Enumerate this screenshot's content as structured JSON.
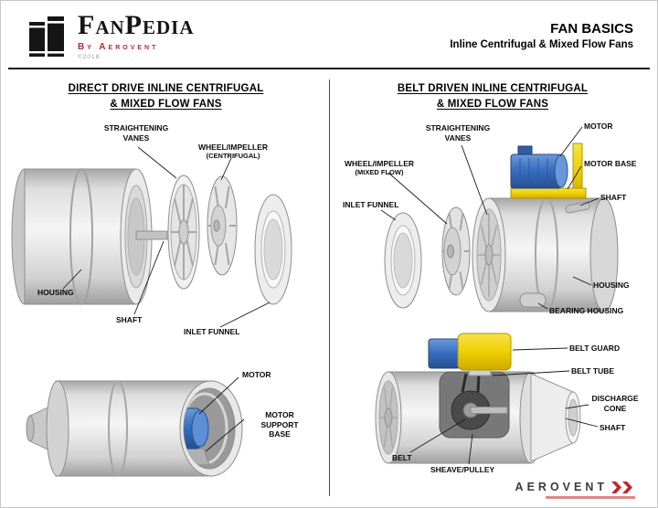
{
  "header": {
    "logo": {
      "title": "FanPedia",
      "subtitle": "By Aerovent",
      "copyright": "©2018"
    },
    "doc_title": "FAN BASICS",
    "doc_subtitle": "Inline Centrifugal & Mixed Flow Fans"
  },
  "left_panel": {
    "title_line1": "DIRECT DRIVE INLINE CENTRIFUGAL",
    "title_line2": "& MIXED FLOW  FANS",
    "exploded_view_labels": {
      "straightening_vanes": "STRAIGHTENING\nVANES",
      "wheel_impeller": "WHEEL/IMPELLER",
      "wheel_impeller_type": "(CENTRIFUGAL)",
      "housing": "HOUSING",
      "shaft": "SHAFT",
      "inlet_funnel": "INLET FUNNEL"
    },
    "assembled_view_labels": {
      "motor": "MOTOR",
      "motor_support_base": "MOTOR SUPPORT\nBASE"
    }
  },
  "right_panel": {
    "title_line1": "BELT DRIVEN INLINE CENTRIFUGAL",
    "title_line2": "& MIXED FLOW  FANS",
    "exploded_view_labels": {
      "straightening_vanes": "STRAIGHTENING\nVANES",
      "motor": "MOTOR",
      "wheel_impeller": "WHEEL/IMPELLER",
      "wheel_impeller_type": "(MIXED FLOW)",
      "motor_base": "MOTOR BASE",
      "inlet_funnel": "INLET FUNNEL",
      "shaft": "SHAFT",
      "housing": "HOUSING",
      "bearing_housing": "BEARING HOUSING"
    },
    "cutaway_view_labels": {
      "belt_guard": "BELT GUARD",
      "belt_tube": "BELT TUBE",
      "discharge_cone": "DISCHARGE\nCONE",
      "shaft": "SHAFT",
      "belt": "BELT",
      "sheave_pulley": "SHEAVE/PULLEY"
    }
  },
  "footer": {
    "brand": "AEROVENT"
  },
  "colors": {
    "accent_red": "#c1272d",
    "motor_blue": "#3a6fc0",
    "belt_guard_yellow": "#f2d400",
    "metal_light": "#ececec",
    "metal_mid": "#cccccc",
    "outline_gray": "#8e8e8e"
  }
}
